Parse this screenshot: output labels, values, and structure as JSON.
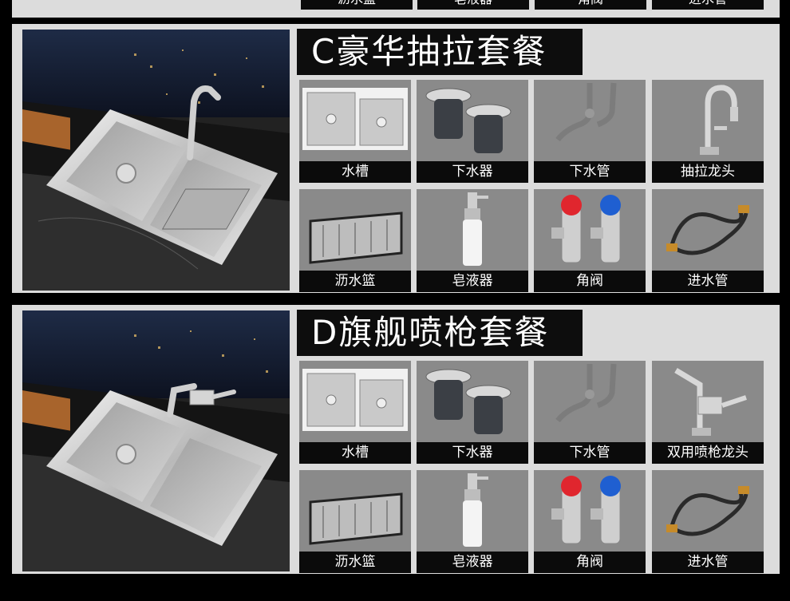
{
  "top_row": [
    "沥水篮",
    "皂液器",
    "角阀",
    "进水管"
  ],
  "sets": [
    {
      "title": "C豪华抽拉套餐",
      "items": [
        {
          "label": "水槽",
          "icon": "sink-icon"
        },
        {
          "label": "下水器",
          "icon": "drain-icon"
        },
        {
          "label": "下水管",
          "icon": "drain-pipe-icon"
        },
        {
          "label": "抽拉龙头",
          "icon": "pull-faucet-icon"
        },
        {
          "label": "沥水篮",
          "icon": "basket-icon"
        },
        {
          "label": "皂液器",
          "icon": "soap-dispenser-icon"
        },
        {
          "label": "角阀",
          "icon": "angle-valve-icon"
        },
        {
          "label": "进水管",
          "icon": "hose-icon"
        }
      ]
    },
    {
      "title": "D旗舰喷枪套餐",
      "items": [
        {
          "label": "水槽",
          "icon": "sink-icon"
        },
        {
          "label": "下水器",
          "icon": "drain-icon"
        },
        {
          "label": "下水管",
          "icon": "drain-pipe-icon"
        },
        {
          "label": "双用喷枪龙头",
          "icon": "spray-faucet-icon"
        },
        {
          "label": "沥水篮",
          "icon": "basket-icon"
        },
        {
          "label": "皂液器",
          "icon": "soap-dispenser-icon"
        },
        {
          "label": "角阀",
          "icon": "angle-valve-icon"
        },
        {
          "label": "进水管",
          "icon": "hose-icon"
        }
      ]
    }
  ],
  "colors": {
    "panel_bg": "#dcdcdc",
    "tile_bg": "#8a8a8a",
    "label_bg": "#0b0b0b",
    "valve_red": "#e0262e",
    "valve_blue": "#1f5fd1"
  }
}
